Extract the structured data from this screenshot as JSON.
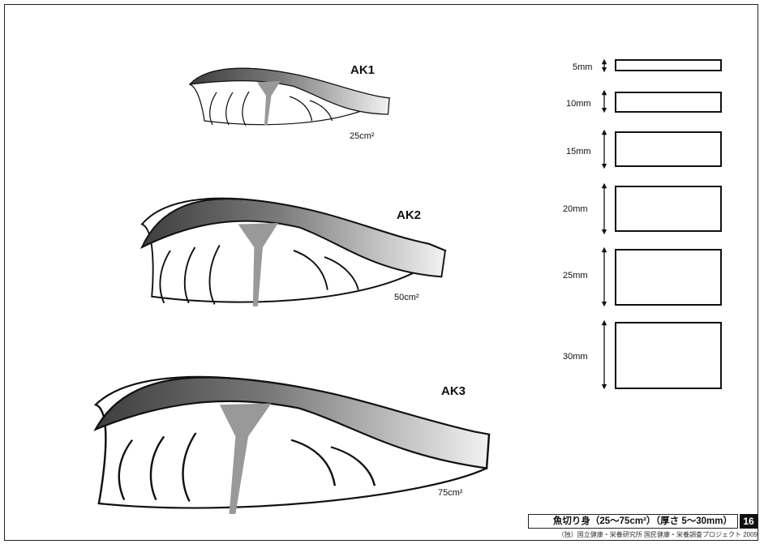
{
  "fish": [
    {
      "name": "AK1",
      "area": "25cm²"
    },
    {
      "name": "AK2",
      "area": "50cm²"
    },
    {
      "name": "AK3",
      "area": "75cm²"
    }
  ],
  "thickness": [
    {
      "label": "5mm"
    },
    {
      "label": "10mm"
    },
    {
      "label": "15mm"
    },
    {
      "label": "20mm"
    },
    {
      "label": "25mm"
    },
    {
      "label": "30mm"
    }
  ],
  "footer": {
    "caption": "魚切り身（25～75cm²）（厚さ 5～30mm）",
    "page_number": "16",
    "credit": "（独）国立健康・栄養研究所 国民健康・栄養調査プロジェクト 2009"
  },
  "colors": {
    "skin_dark": "#4a4a4a",
    "skin_light": "#e8e8e8",
    "bone": "#9a9a9a"
  }
}
